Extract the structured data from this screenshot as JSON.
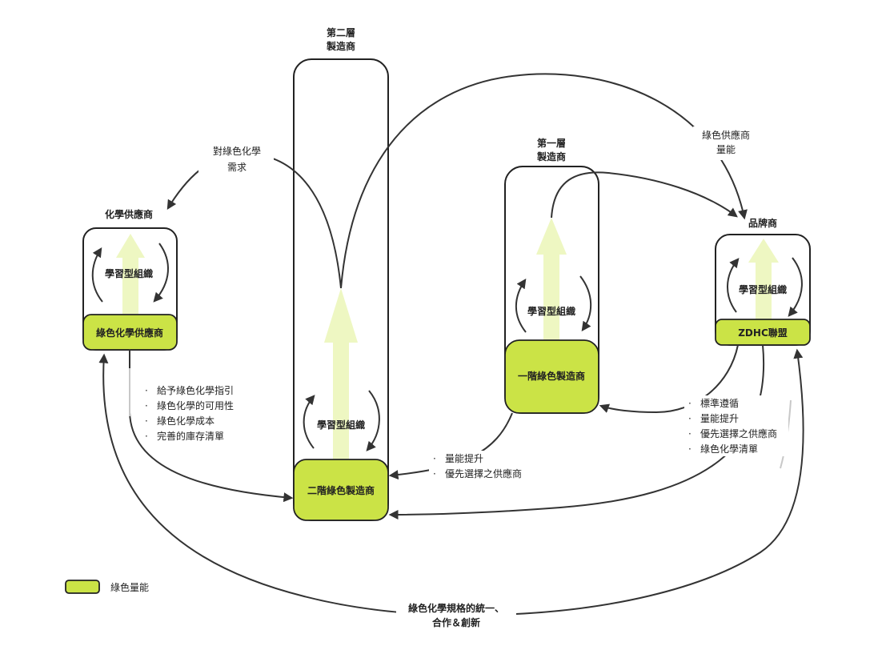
{
  "legend": {
    "label": "綠色量能",
    "color": "#cbe346"
  },
  "nodes": {
    "chem_supplier": {
      "title": "化學供應商",
      "learning": "學習型組織",
      "green": "綠色化學供應商"
    },
    "tier2": {
      "title_line1": "第二層",
      "title_line2": "製造商",
      "learning": "學習型組織",
      "green": "二階綠色製造商"
    },
    "tier1": {
      "title_line1": "第一層",
      "title_line2": "製造商",
      "learning": "學習型組織",
      "green": "一階綠色製造商"
    },
    "brand": {
      "title": "品牌商",
      "learning": "學習型組織",
      "green": "ZDHC聯盟"
    }
  },
  "labels": {
    "demand_line1": "對綠色化學",
    "demand_line2": "需求",
    "capacity_line1": "綠色供應商",
    "capacity_line2": "量能",
    "bottom_line1": "綠色化學規格的統一、",
    "bottom_line2": "合作＆創新"
  },
  "lists": {
    "chem_to_tier2": [
      "給予綠色化學指引",
      "綠色化學的可用性",
      "綠色化學成本",
      "完善的庫存清單"
    ],
    "tier1_to_tier2": [
      "量能提升",
      "優先選擇之供應商"
    ],
    "brand_to_tiers": [
      "標準遵循",
      "量能提升",
      "優先選擇之供應商",
      "綠色化學清單"
    ]
  },
  "colors": {
    "green": "#cbe346",
    "light_green": "#eef7c2",
    "stroke": "#222222"
  }
}
